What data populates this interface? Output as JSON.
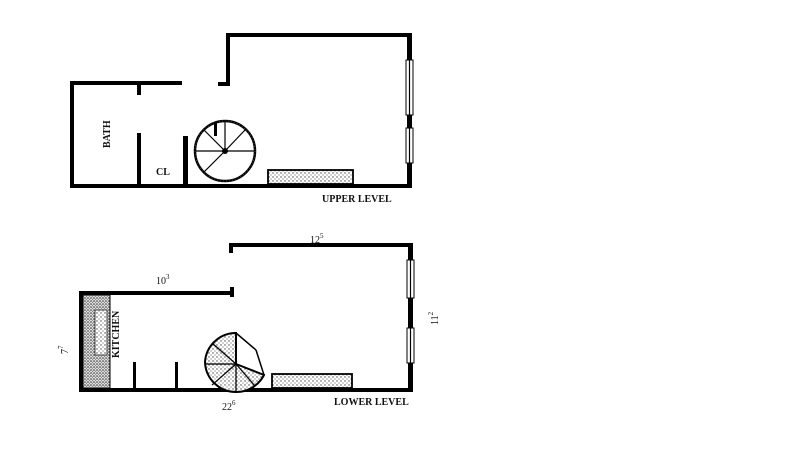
{
  "plans": {
    "upper": {
      "title": "UPPER LEVEL",
      "rooms": {
        "bath": "BATH",
        "closet": "CL"
      }
    },
    "lower": {
      "title": "LOWER LEVEL",
      "rooms": {
        "kitchen": "KITCHEN"
      },
      "dimensions": {
        "top_right": {
          "main": "12",
          "sup": "5"
        },
        "top_left": {
          "main": "10",
          "sup": "3"
        },
        "right_side": {
          "main": "11",
          "sup": "2"
        },
        "bottom": {
          "main": "22",
          "sup": "6"
        },
        "left_side": {
          "main": "7",
          "sup": "7"
        }
      }
    }
  },
  "colors": {
    "wall": "#000000",
    "background": "#ffffff",
    "stipple": "#555555"
  }
}
